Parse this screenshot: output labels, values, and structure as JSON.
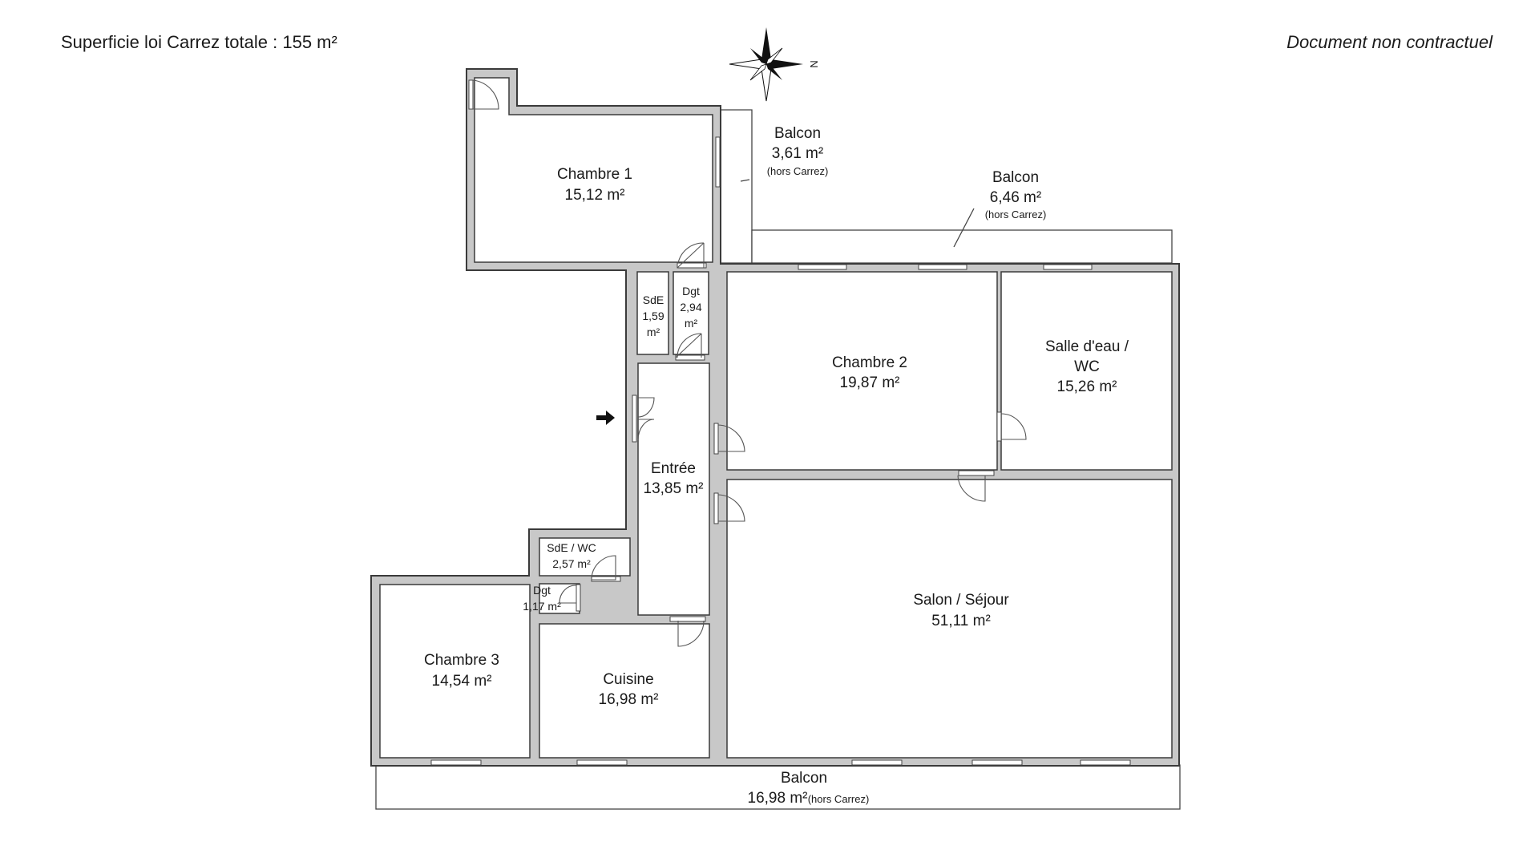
{
  "header": {
    "total_area": "Superficie loi Carrez totale :  155 m²",
    "disclaimer": "Document non contractuel"
  },
  "compass": {
    "icon": "compass-rose-icon",
    "north_label": "N"
  },
  "rooms": {
    "chambre1": {
      "name": "Chambre 1",
      "area": "15,12 m²"
    },
    "chambre2": {
      "name": "Chambre 2",
      "area": "19,87 m²"
    },
    "chambre3": {
      "name": "Chambre 3",
      "area": "14,54 m²"
    },
    "salle_eau_wc": {
      "name_line1": "Salle d'eau /",
      "name_line2": "WC",
      "area": "15,26 m²"
    },
    "salon": {
      "name": "Salon / Séjour",
      "area": "51,11 m²"
    },
    "entree": {
      "name": "Entrée",
      "area": "13,85 m²"
    },
    "cuisine": {
      "name": "Cuisine",
      "area": "16,98 m²"
    },
    "sde_small": {
      "name": "SdE",
      "area_num": "1,59",
      "area_unit": "m²"
    },
    "dgt_top": {
      "name": "Dgt",
      "area_num": "2,94",
      "area_unit": "m²"
    },
    "sde_wc": {
      "name": "SdE / WC",
      "area": "2,57 m²"
    },
    "dgt_small": {
      "name": "Dgt",
      "area": "1,17 m²"
    }
  },
  "balconies": {
    "b1": {
      "name": "Balcon",
      "area": "3,61 m²",
      "note": "(hors Carrez)"
    },
    "b2": {
      "name": "Balcon",
      "area": "6,46 m²",
      "note": "(hors Carrez)"
    },
    "b3": {
      "name": "Balcon",
      "area": "16,98 m²",
      "note": "(hors Carrez)"
    }
  },
  "entrance_marker": {
    "icon": "entrance-arrow-icon"
  }
}
